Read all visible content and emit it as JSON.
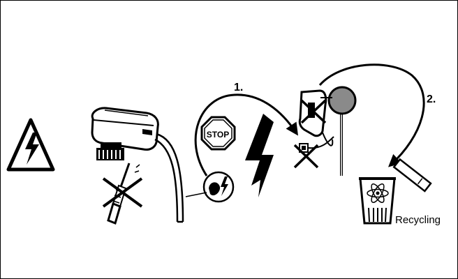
{
  "diagram": {
    "step_labels": [
      "1.",
      "2."
    ],
    "recycling_label": "Recycling",
    "stop_sign_text": "STOP"
  },
  "colors": {
    "line": "#000000",
    "background": "#ffffff",
    "gray_lamp": "#8a8a8a",
    "panel_gray": "#d9d9d9"
  },
  "icons": [
    "high-voltage-warning-icon",
    "actuator-device-icon",
    "screwdriver-icon",
    "cross-out-icon",
    "stop-sign-icon",
    "lightning-bolt-icon",
    "plug-socket-icon",
    "lamp-post-icon",
    "recycling-bin-icon",
    "battery-icon",
    "curved-arrow-icon"
  ]
}
